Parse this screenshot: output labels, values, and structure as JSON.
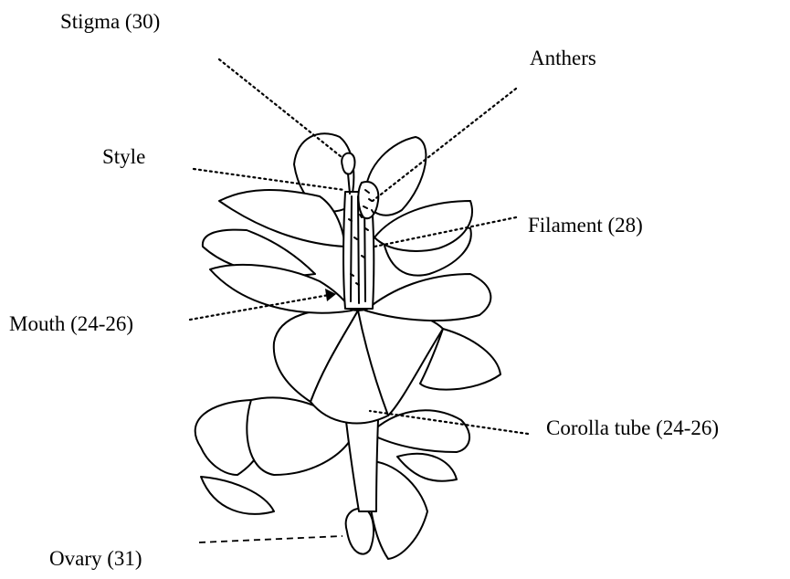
{
  "labels": {
    "stigma": "Stigma (30)",
    "anthers": "Anthers",
    "style": "Style",
    "filament": "Filament (28)",
    "mouth": "Mouth (24-26)",
    "corolla_tube": "Corolla tube (24-26)",
    "ovary": "Ovary (31)"
  },
  "colors": {
    "ink": "#000000",
    "background": "#ffffff"
  }
}
